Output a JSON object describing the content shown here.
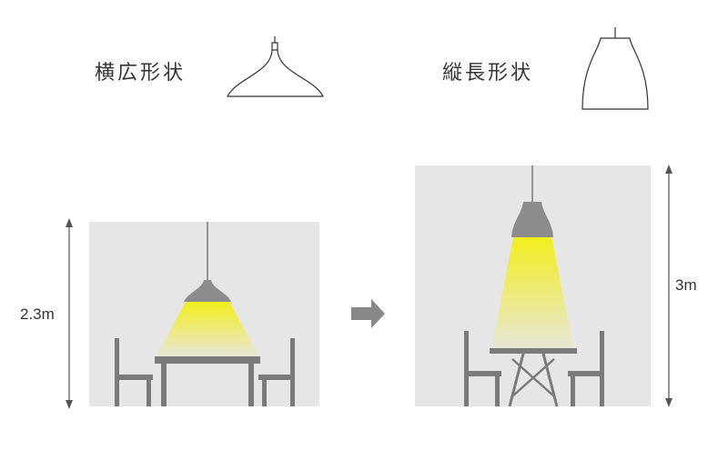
{
  "labels": {
    "wide_shape": "横広形状",
    "tall_shape": "縦長形状"
  },
  "dimensions": {
    "left_height": "2.3m",
    "right_height": "3m"
  },
  "colors": {
    "room_background": "#e6e6e6",
    "furniture": "#7a7a7a",
    "lamp_shade": "#8c8c8c",
    "light_yellow": "#f2ee1c",
    "arrow": "#888888",
    "text": "#333333"
  },
  "icons": {
    "transition": "right-arrow-icon"
  }
}
